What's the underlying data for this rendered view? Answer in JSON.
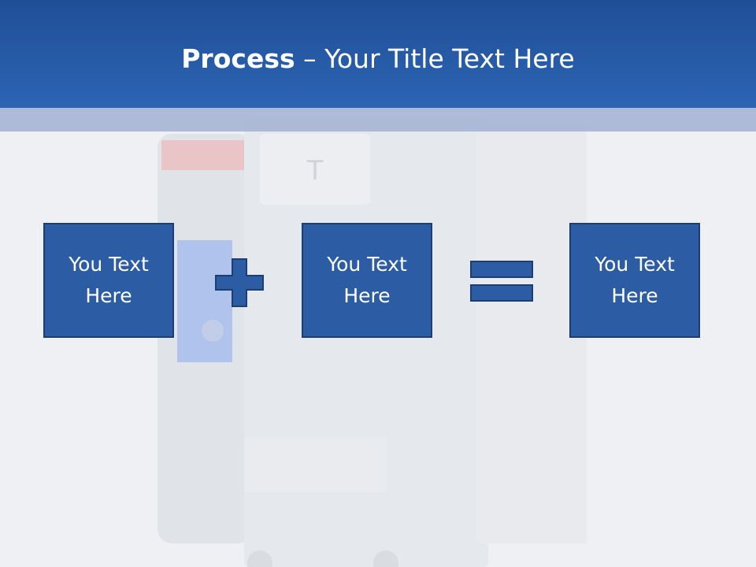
{
  "slide": {
    "title_bold": "Process",
    "title_rest": " – Your Title Text Here"
  },
  "boxes": [
    {
      "line1": "You Text",
      "line2": "Here"
    },
    {
      "line1": "You Text",
      "line2": "Here"
    },
    {
      "line1": "You Text",
      "line2": "Here"
    }
  ],
  "background_photo_label": "T",
  "colors": {
    "title_bar": "#2c64b4",
    "box_fill": "#2c5ca3",
    "box_border": "#1d3e73",
    "sub_band": "#a9b6d6"
  },
  "icons": [
    "plus-icon",
    "equals-icon"
  ]
}
